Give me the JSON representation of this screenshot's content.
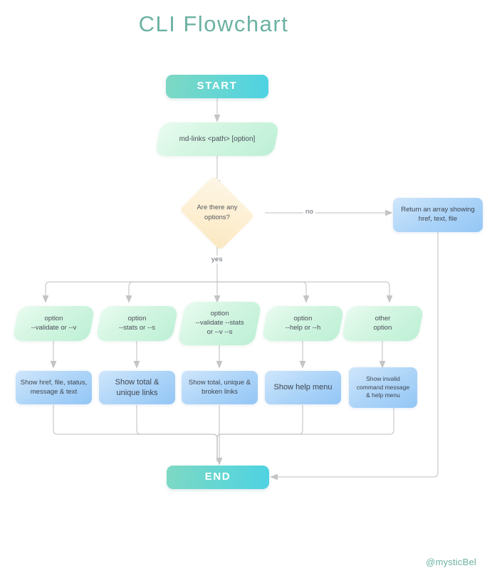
{
  "page": {
    "title": "CLI  Flowchart",
    "signature": "@mysticBel",
    "background_color": "#ffffff",
    "accent_color": "#6CB2A2"
  },
  "colors": {
    "title_teal": "#6CB2A2",
    "terminator_gradient_from": "#7ED8C3",
    "terminator_gradient_to": "#4ED2E3",
    "parallelogram_green": "#d2f5e1",
    "diamond_cream": "#fdefd2",
    "process_blue": "#aed5f8",
    "connector_gray": "#c6c6c6"
  },
  "nodes": {
    "start": {
      "label": "START",
      "shape": "terminator"
    },
    "command": {
      "label": "md-links <path> [option]",
      "shape": "parallelogram"
    },
    "decision": {
      "line1": "Are there any",
      "line2": "options?",
      "shape": "diamond"
    },
    "no_result": {
      "line1": "Return an array showing",
      "line2": "href, text, file",
      "shape": "process"
    },
    "end": {
      "label": "END",
      "shape": "terminator"
    }
  },
  "edge_labels": {
    "no": "no",
    "yes": "yes"
  },
  "branches": [
    {
      "option": {
        "line1": "option",
        "line2": "--validate or --v",
        "line3": ""
      },
      "result": {
        "line1": "Show href, file, status,",
        "line2": "message & text",
        "line3": ""
      }
    },
    {
      "option": {
        "line1": "option",
        "line2": "--stats or --s",
        "line3": ""
      },
      "result": {
        "line1": "Show total &",
        "line2": "unique links",
        "line3": ""
      }
    },
    {
      "option": {
        "line1": "option",
        "line2": "--validate --stats",
        "line3": "or  --v --s"
      },
      "result": {
        "line1": "Show total, unique &",
        "line2": "broken links",
        "line3": ""
      }
    },
    {
      "option": {
        "line1": "option",
        "line2": "--help or --h",
        "line3": ""
      },
      "result": {
        "line1": "Show help menu",
        "line2": "",
        "line3": ""
      }
    },
    {
      "option": {
        "line1": "other",
        "line2": "option",
        "line3": ""
      },
      "result": {
        "line1": "Show  invalid",
        "line2": "command message",
        "line3": "& help menu"
      }
    }
  ]
}
